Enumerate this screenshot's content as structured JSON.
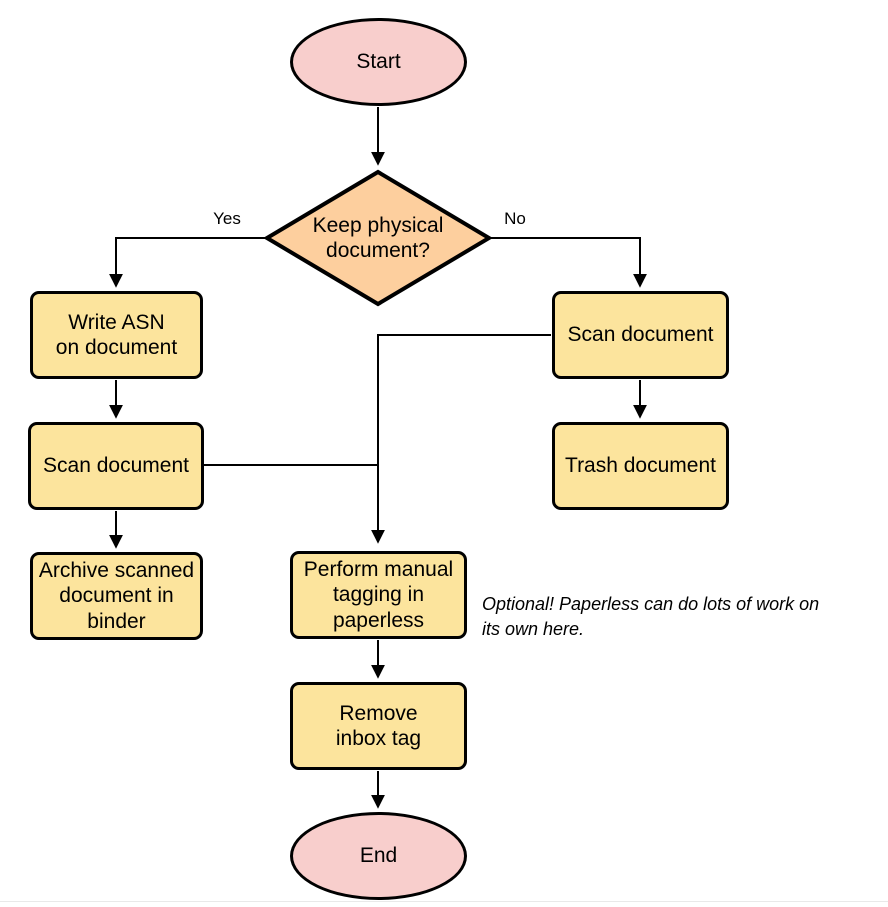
{
  "diagram_type": "flowchart",
  "colors": {
    "terminal_fill": "#f8cecc",
    "decision_fill": "#fdcf9e",
    "process_fill": "#fce49d",
    "stroke": "#000000",
    "background": "#ffffff",
    "bottom_rule": "#e9e9e9"
  },
  "nodes": {
    "start": {
      "type": "terminal",
      "label": "Start"
    },
    "decision": {
      "type": "decision",
      "label": "Keep physical\ndocument?"
    },
    "write_asn": {
      "type": "process",
      "label": "Write ASN\non document"
    },
    "scan_left": {
      "type": "process",
      "label": "Scan document"
    },
    "archive": {
      "type": "process",
      "label": "Archive scanned\ndocument in\nbinder"
    },
    "scan_right": {
      "type": "process",
      "label": "Scan document"
    },
    "trash": {
      "type": "process",
      "label": "Trash document"
    },
    "tagging": {
      "type": "process",
      "label": "Perform manual\ntagging in\npaperless"
    },
    "remove_inbox": {
      "type": "process",
      "label": "Remove\ninbox tag"
    },
    "end": {
      "type": "terminal",
      "label": "End"
    }
  },
  "edge_labels": {
    "yes": "Yes",
    "no": "No"
  },
  "annotation": {
    "text": "Optional! Paperless can do lots of work on\nits own here."
  },
  "flow": [
    {
      "from": "start",
      "to": "decision",
      "label": ""
    },
    {
      "from": "decision",
      "to": "write_asn",
      "label": "Yes"
    },
    {
      "from": "decision",
      "to": "scan_right",
      "label": "No"
    },
    {
      "from": "write_asn",
      "to": "scan_left",
      "label": ""
    },
    {
      "from": "scan_left",
      "to": "archive",
      "label": ""
    },
    {
      "from": "scan_left",
      "to": "tagging",
      "label": ""
    },
    {
      "from": "scan_right",
      "to": "trash",
      "label": ""
    },
    {
      "from": "scan_right",
      "to": "tagging",
      "label": ""
    },
    {
      "from": "tagging",
      "to": "remove_inbox",
      "label": ""
    },
    {
      "from": "remove_inbox",
      "to": "end",
      "label": ""
    }
  ]
}
